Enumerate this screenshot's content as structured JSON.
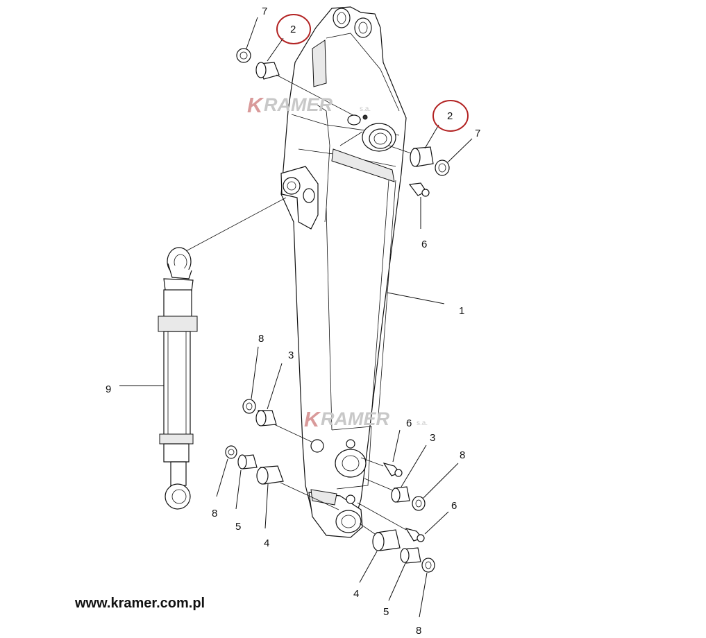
{
  "watermarks": [
    {
      "logo_k": "K",
      "logo_rest": "RAMER",
      "suffix": "s.a."
    },
    {
      "logo_k": "K",
      "logo_rest": "RAMER",
      "suffix": "s.a."
    }
  ],
  "footer": {
    "website": "www.kramer.com.pl"
  },
  "callouts": {
    "c7a": "7",
    "c2a": "2",
    "c2b": "2",
    "c7b": "7",
    "c6a": "6",
    "c1": "1",
    "c8a": "8",
    "c3a": "3",
    "c9": "9",
    "c6b": "6",
    "c3b": "3",
    "c8b": "8",
    "c8c": "8",
    "c5a": "5",
    "c4a": "4",
    "c6c": "6",
    "c4b": "4",
    "c5b": "5",
    "c8d": "8"
  },
  "highlight_color": "#b22222"
}
